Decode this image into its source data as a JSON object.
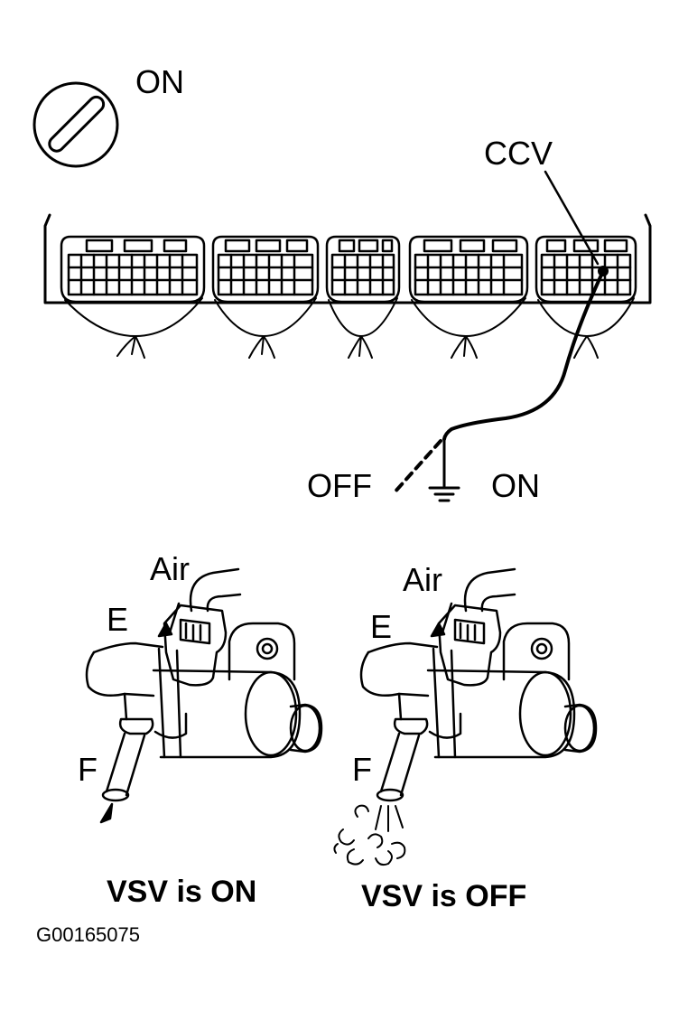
{
  "ignition": {
    "state_label": "ON"
  },
  "ecu": {
    "terminal_label": "CCV"
  },
  "ground_switch": {
    "off_label": "OFF",
    "on_label": "ON"
  },
  "vsv_on": {
    "air_label": "Air",
    "e_label": "E",
    "f_label": "F",
    "caption": "VSV is ON"
  },
  "vsv_off": {
    "air_label": "Air",
    "e_label": "E",
    "f_label": "F",
    "caption": "VSV is OFF"
  },
  "figure_code": "G00165075",
  "colors": {
    "ink": "#000000",
    "paper": "#ffffff"
  }
}
